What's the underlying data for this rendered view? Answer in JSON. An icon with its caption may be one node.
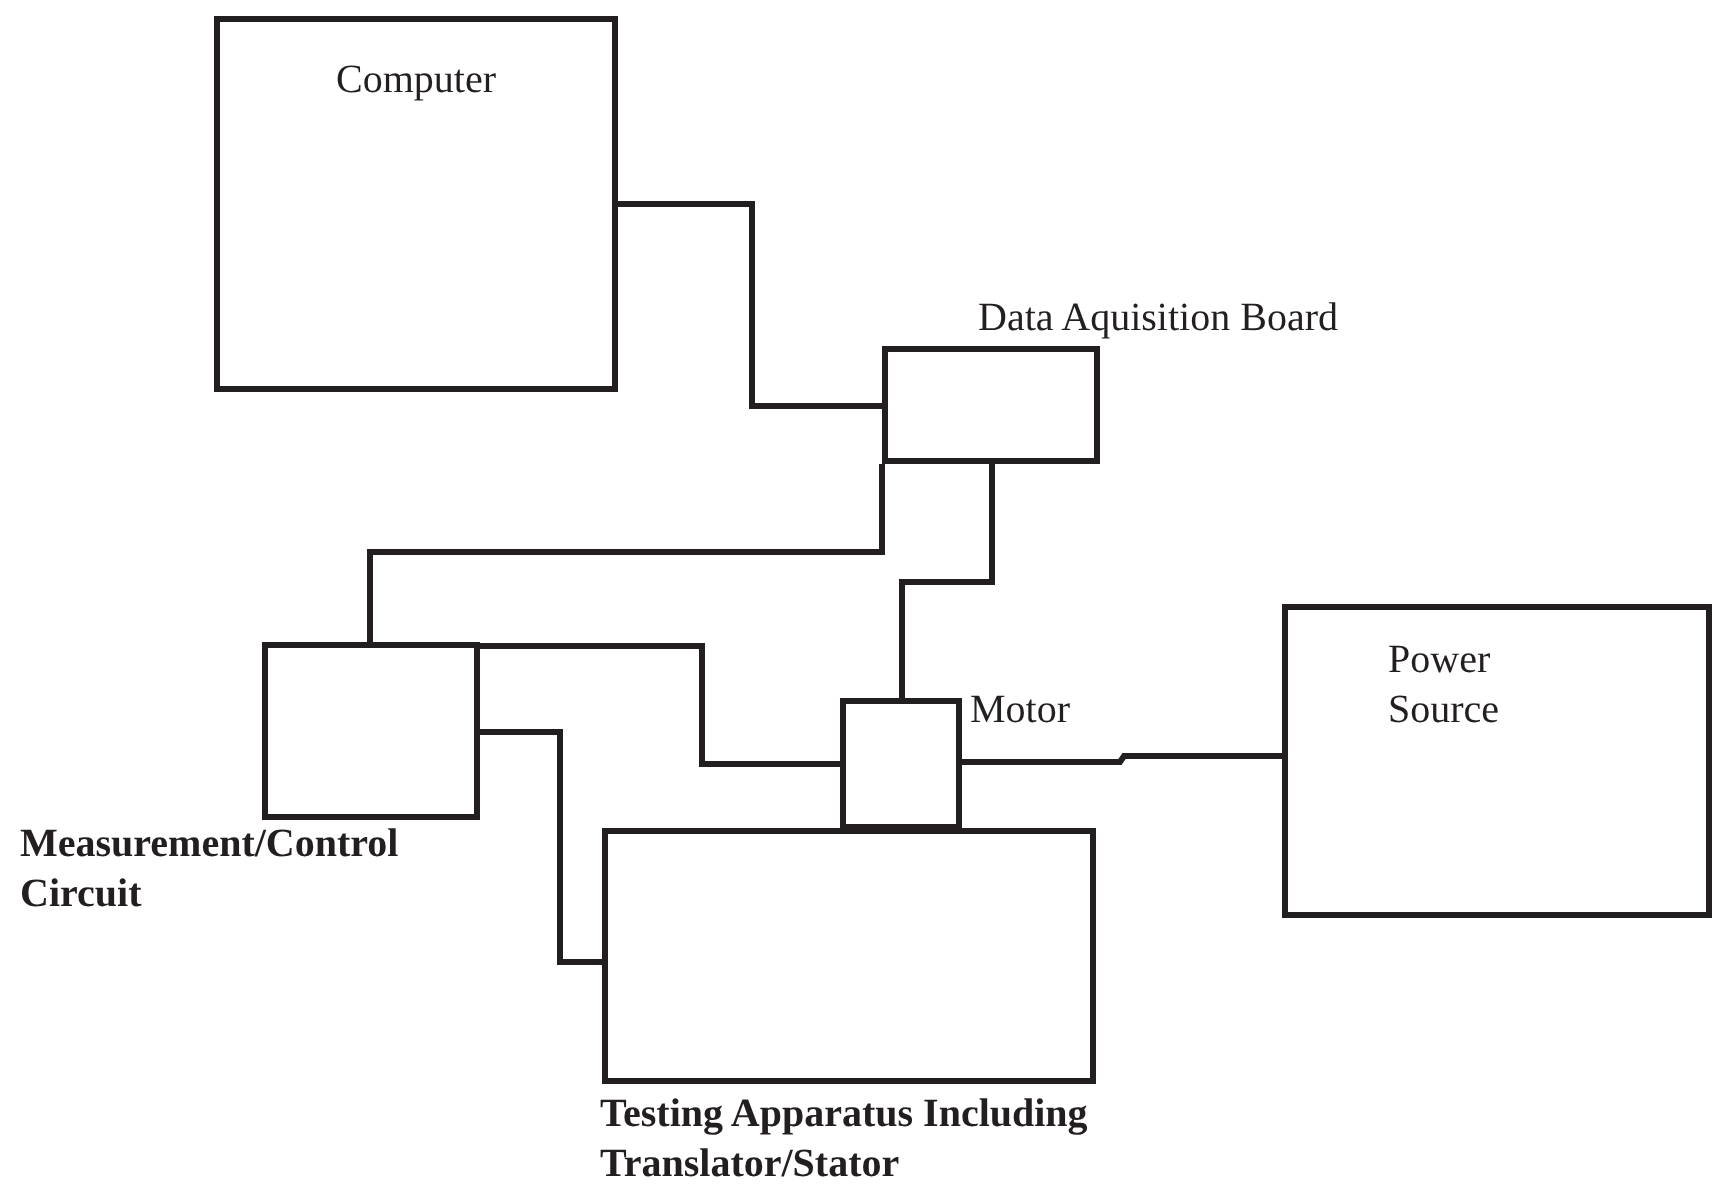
{
  "diagram": {
    "nodes": [
      {
        "text": [
          "Computer"
        ]
      },
      {
        "text": [
          "Data Aquisition Board"
        ]
      },
      {
        "text": [
          "Measurement/Control Circuit"
        ]
      },
      {
        "text": [
          "Motor"
        ]
      },
      {
        "text": [
          "Power Source"
        ]
      },
      {
        "text": [
          "Testing Apparatus Including Translator/Stator"
        ]
      }
    ],
    "edges": [
      {
        "from": 0,
        "to": 1,
        "arrow": "none"
      },
      {
        "from": 1,
        "to": 2,
        "arrow": "none"
      },
      {
        "from": 1,
        "to": 3,
        "arrow": "none"
      },
      {
        "from": 2,
        "to": 3,
        "arrow": "none"
      },
      {
        "from": 2,
        "to": 5,
        "arrow": "none"
      },
      {
        "from": 3,
        "to": 4,
        "arrow": "none"
      }
    ]
  }
}
